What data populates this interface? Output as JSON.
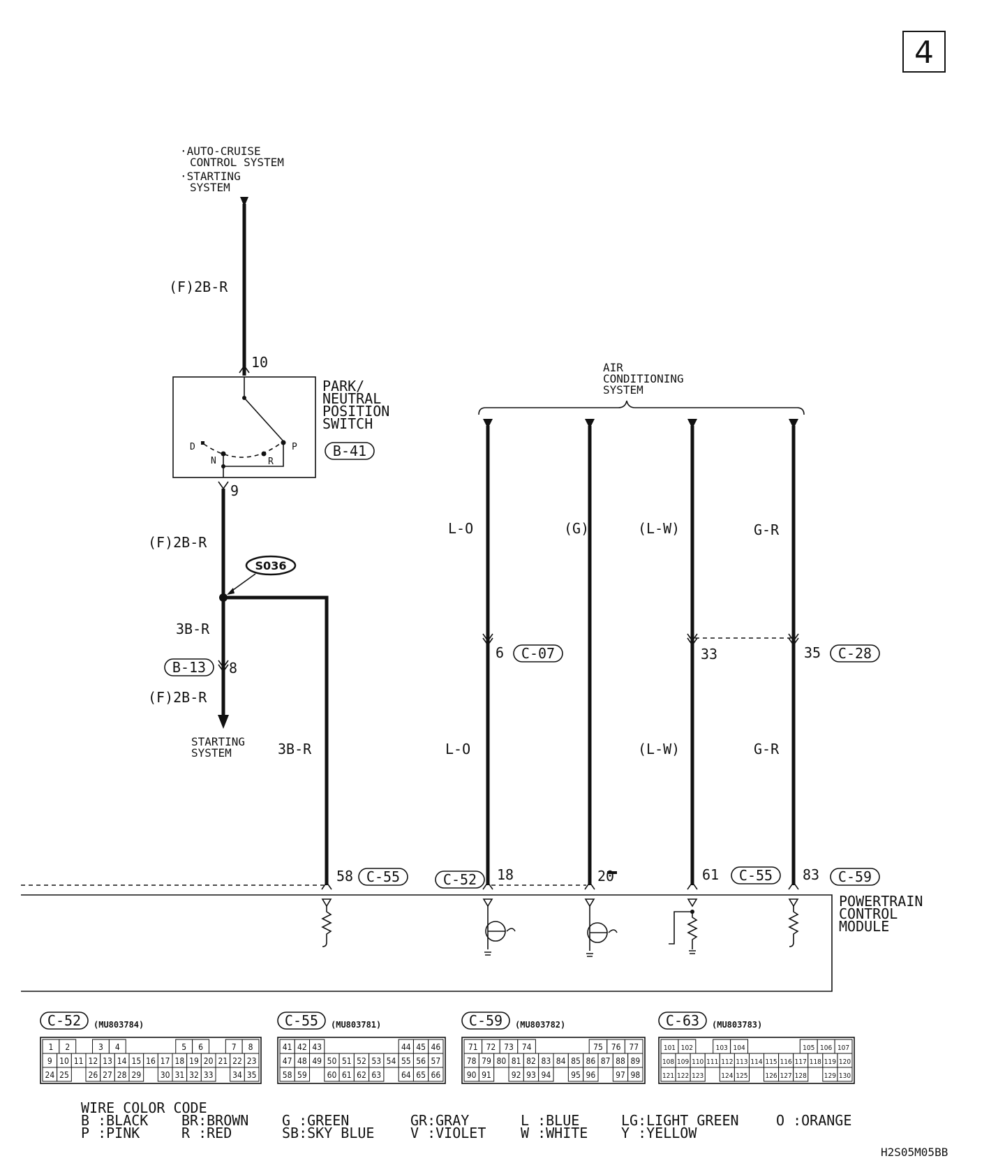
{
  "page_number": "4",
  "top_source": {
    "line1": "·AUTO-CRUISE",
    "line2": "CONTROL SYSTEM",
    "line3": "·STARTING",
    "line4": "SYSTEM"
  },
  "wire_top": "(F)2B-R",
  "pin_10": "10",
  "pin_9": "9",
  "switch": {
    "line1": "PARK/",
    "line2": "NEUTRAL",
    "line3": "POSITION",
    "line4": "SWITCH",
    "connector": "B-41",
    "pos_d": "D",
    "pos_n": "N",
    "pos_r": "R",
    "pos_p": "P"
  },
  "wire_mid": "(F)2B-R",
  "splice": "S036",
  "wire_3b1": "3B-R",
  "conn_b13": "B-13",
  "pin_8": "8",
  "wire_bot": "(F)2B-R",
  "starting": {
    "line1": "STARTING",
    "line2": "SYSTEM"
  },
  "wire_3b2": "3B-R",
  "ac": {
    "line1": "AIR",
    "line2": "CONDITIONING",
    "line3": "SYSTEM"
  },
  "ac_wires_upper": [
    "L-O",
    "(G)",
    "(L-W)",
    "G-R"
  ],
  "ac_wires_lower": [
    "L-O",
    "(L-W)",
    "G-R"
  ],
  "mid_pins": {
    "p6": "6",
    "c07": "C-07",
    "p33": "33",
    "p35": "35",
    "c28": "C-28"
  },
  "pcm_pins": {
    "p58": "58",
    "c55a": "C-55",
    "c52": "C-52",
    "p18": "18",
    "p20": "20",
    "p61": "61",
    "c55b": "C-55",
    "p83": "83",
    "c59": "C-59"
  },
  "pcm": {
    "line1": "POWERTRAIN",
    "line2": "CONTROL",
    "line3": "MODULE"
  },
  "connectors": [
    {
      "id": "C-52",
      "part": "(MU803784)",
      "rows": [
        [
          "1",
          "2",
          "",
          "3",
          "4",
          "",
          "",
          "",
          "5",
          "6",
          "",
          "7",
          "8"
        ],
        [
          "9",
          "10",
          "11",
          "12",
          "13",
          "14",
          "15",
          "16",
          "17",
          "18",
          "19",
          "20",
          "21",
          "22",
          "23"
        ],
        [
          "24",
          "25",
          "",
          "26",
          "27",
          "28",
          "29",
          "",
          "30",
          "31",
          "32",
          "33",
          "",
          "34",
          "35"
        ]
      ]
    },
    {
      "id": "C-55",
      "part": "(MU803781)",
      "rows": [
        [
          "41",
          "42",
          "43",
          "",
          "",
          "",
          "",
          "",
          "44",
          "45",
          "46"
        ],
        [
          "47",
          "48",
          "49",
          "50",
          "51",
          "52",
          "53",
          "54",
          "55",
          "56",
          "57"
        ],
        [
          "58",
          "59",
          "",
          "60",
          "61",
          "62",
          "63",
          "",
          "64",
          "65",
          "66"
        ]
      ]
    },
    {
      "id": "C-59",
      "part": "(MU803782)",
      "rows": [
        [
          "71",
          "72",
          "73",
          "74",
          "",
          "",
          "",
          "75",
          "76",
          "77"
        ],
        [
          "78",
          "79",
          "80",
          "81",
          "82",
          "83",
          "84",
          "85",
          "86",
          "87",
          "88",
          "89"
        ],
        [
          "90",
          "91",
          "",
          "92",
          "93",
          "94",
          "",
          "95",
          "96",
          "",
          "97",
          "98"
        ]
      ]
    },
    {
      "id": "C-63",
      "part": "(MU803783)",
      "rows": [
        [
          "101",
          "102",
          "",
          "103",
          "104",
          "",
          "",
          "",
          "105",
          "106",
          "107"
        ],
        [
          "108",
          "109",
          "110",
          "111",
          "112",
          "113",
          "114",
          "115",
          "116",
          "117",
          "118",
          "119",
          "120"
        ],
        [
          "121",
          "122",
          "123",
          "",
          "124",
          "125",
          "",
          "126",
          "127",
          "128",
          "",
          "129",
          "130"
        ]
      ]
    }
  ],
  "legend": {
    "title": "WIRE COLOR CODE",
    "row1": [
      "B :BLACK",
      "BR:BROWN",
      "G :GREEN",
      "GR:GRAY",
      "L :BLUE",
      "LG:LIGHT GREEN",
      "O :ORANGE"
    ],
    "row2": [
      "P :PINK",
      "R :RED",
      "SB:SKY BLUE",
      "V :VIOLET",
      "W :WHITE",
      "Y :YELLOW"
    ]
  },
  "diagram_code": "H2S05M05BB"
}
